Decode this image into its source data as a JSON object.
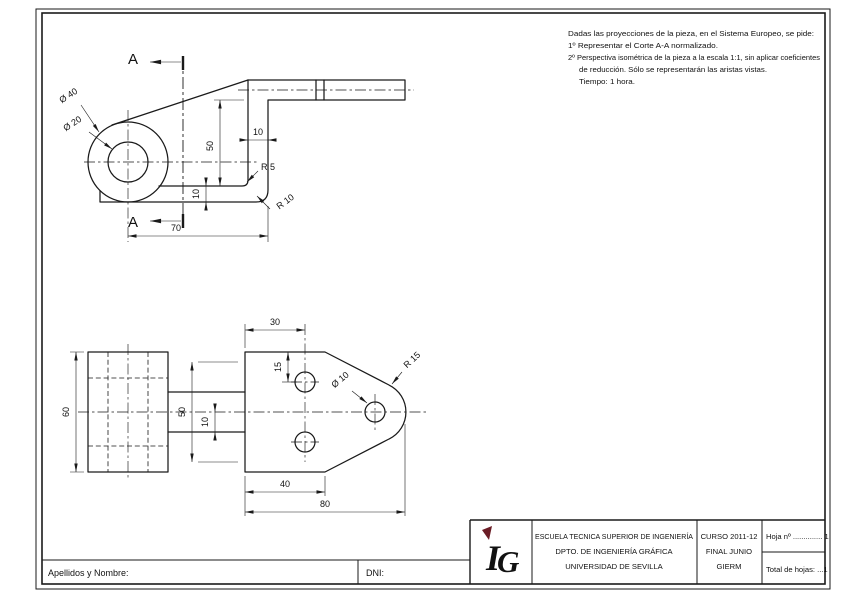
{
  "page": {
    "background": "#ffffff",
    "line_color": "#1a1a1a"
  },
  "instructions": {
    "intro": "Dadas las proyecciones de la pieza, en el Sistema Europeo, se pide:",
    "item1": "1º Representar el Corte A-A normalizado.",
    "item2_line1": "2º Perspectiva isométrica de la pieza a la escala 1:1, sin aplicar coeficientes",
    "item2_line2": "de reducción. Sólo se representarán las aristas vistas.",
    "time": "Tiempo: 1 hora."
  },
  "section_view": {
    "label_top": "A",
    "label_bottom": "A",
    "dims": {
      "outer_diameter": "Ø 40",
      "inner_diameter": "Ø 20",
      "wall_height": "50",
      "wall_thickness": "10",
      "plate_thickness": "10",
      "base_length": "70",
      "inner_fillet": "R 5",
      "outer_fillet": "R 10"
    }
  },
  "plan_view": {
    "dims": {
      "hole_offset_x": "30",
      "hole_offset_y": "15",
      "hole_diameter": "Ø 10",
      "tip_radius": "R 15",
      "total_width": "60",
      "inner_width": "50",
      "shaft_half": "10",
      "corner_offset": "40",
      "plate_length": "80"
    }
  },
  "title_block": {
    "school_line1": "ESCUELA TECNICA SUPERIOR DE INGENIERÍA",
    "school_line2": "DPTO. DE INGENIERÍA GRÁFICA",
    "school_line3": "UNIVERSIDAD DE SEVILLA",
    "course": "CURSO 2011-12",
    "exam": "FINAL JUNIO",
    "degree": "GIERM",
    "sheet_label": "Hoja nº .............. 1",
    "total_label": "Total de hojas: ...1",
    "logo_letter1": "I",
    "logo_letter2": "G",
    "logo_color": "#6b1d26"
  },
  "footer": {
    "name_label": "Apellidos y Nombre:",
    "dni_label": "DNI:"
  }
}
